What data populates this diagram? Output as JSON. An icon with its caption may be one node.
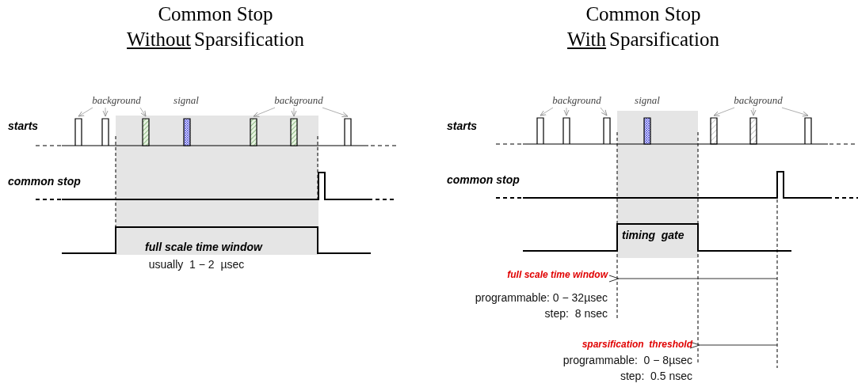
{
  "diagram": {
    "nodes": [
      {
        "text": [
          "background"
        ]
      },
      {
        "text": [
          "background"
        ]
      },
      {
        "text": [
          "background"
        ]
      },
      {
        "text": [
          "background"
        ]
      },
      {
        "text": [],
        "shape": "bar"
      },
      {
        "text": [],
        "shape": "bar"
      },
      {
        "text": [],
        "shape": "bar"
      },
      {
        "text": [],
        "shape": "bar"
      },
      {
        "text": [],
        "shape": "bar"
      },
      {
        "text": [],
        "shape": "bar"
      },
      {
        "text": [],
        "shape": "bar"
      },
      {
        "text": [],
        "shape": "bar"
      },
      {
        "text": [],
        "shape": "bar"
      },
      {
        "text": [],
        "shape": "bar"
      },
      {
        "text": [],
        "shape": "bar"
      },
      {
        "text": [],
        "shape": "bar"
      }
    ],
    "edges": [
      {
        "from": 0,
        "to": 4,
        "arrow": "to"
      },
      {
        "from": 0,
        "to": 5,
        "arrow": "to"
      },
      {
        "from": 0,
        "to": 6,
        "arrow": "to"
      },
      {
        "from": 1,
        "to": 7,
        "arrow": "to"
      },
      {
        "from": 1,
        "to": 8,
        "arrow": "to"
      },
      {
        "from": 1,
        "to": 9,
        "arrow": "to"
      },
      {
        "from": 2,
        "to": 10,
        "arrow": "to"
      },
      {
        "from": 2,
        "to": 11,
        "arrow": "to"
      },
      {
        "from": 2,
        "to": 12,
        "arrow": "to"
      },
      {
        "from": 3,
        "to": 13,
        "arrow": "to"
      },
      {
        "from": 3,
        "to": 14,
        "arrow": "to"
      },
      {
        "from": 3,
        "to": 15,
        "arrow": "to"
      }
    ],
    "labels": [
      "Common Stop",
      "Without",
      "Sparsification",
      "Common Stop",
      "With",
      "Sparsification",
      "signal",
      "signal",
      "starts",
      "starts",
      "common stop",
      "common stop",
      "full scale time window",
      "timing  gate",
      "usually  1 − 2  µsec",
      "full scale time window",
      "programmable: 0 − 32µsec",
      "step:  8 nsec",
      "sparsification  threshold",
      "programmable:  0 − 8µsec",
      "step:  0.5 nsec"
    ]
  }
}
